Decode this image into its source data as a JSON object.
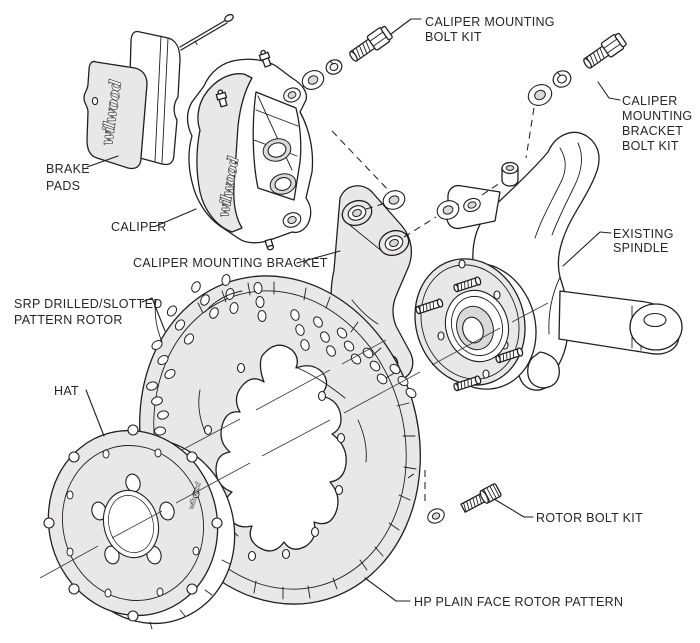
{
  "diagram": {
    "title_hint": "brake-kit-exploded-view",
    "brand_script": "wilwood",
    "labels": {
      "caliper_mounting_bolt_kit": [
        "CALIPER MOUNTING",
        "BOLT KIT"
      ],
      "caliper_mounting_bracket_bolt_kit": [
        "CALIPER",
        "MOUNTING",
        "BRACKET",
        "BOLT KIT"
      ],
      "brake_pads": [
        "BRAKE",
        "PADS"
      ],
      "caliper": "CALIPER",
      "caliper_mounting_bracket": "CALIPER MOUNTING BRACKET",
      "srp_rotor": [
        "SRP DRILLED/SLOTTED",
        "PATTERN ROTOR"
      ],
      "hat": "HAT",
      "existing_spindle": [
        "EXISTING",
        "SPINDLE"
      ],
      "rotor_bolt_kit": "ROTOR BOLT KIT",
      "hp_rotor": "HP PLAIN FACE ROTOR PATTERN"
    },
    "colors": {
      "line": "#231f20",
      "shade": "#e8e8e8",
      "paper": "#ffffff",
      "text": "#262626"
    }
  }
}
